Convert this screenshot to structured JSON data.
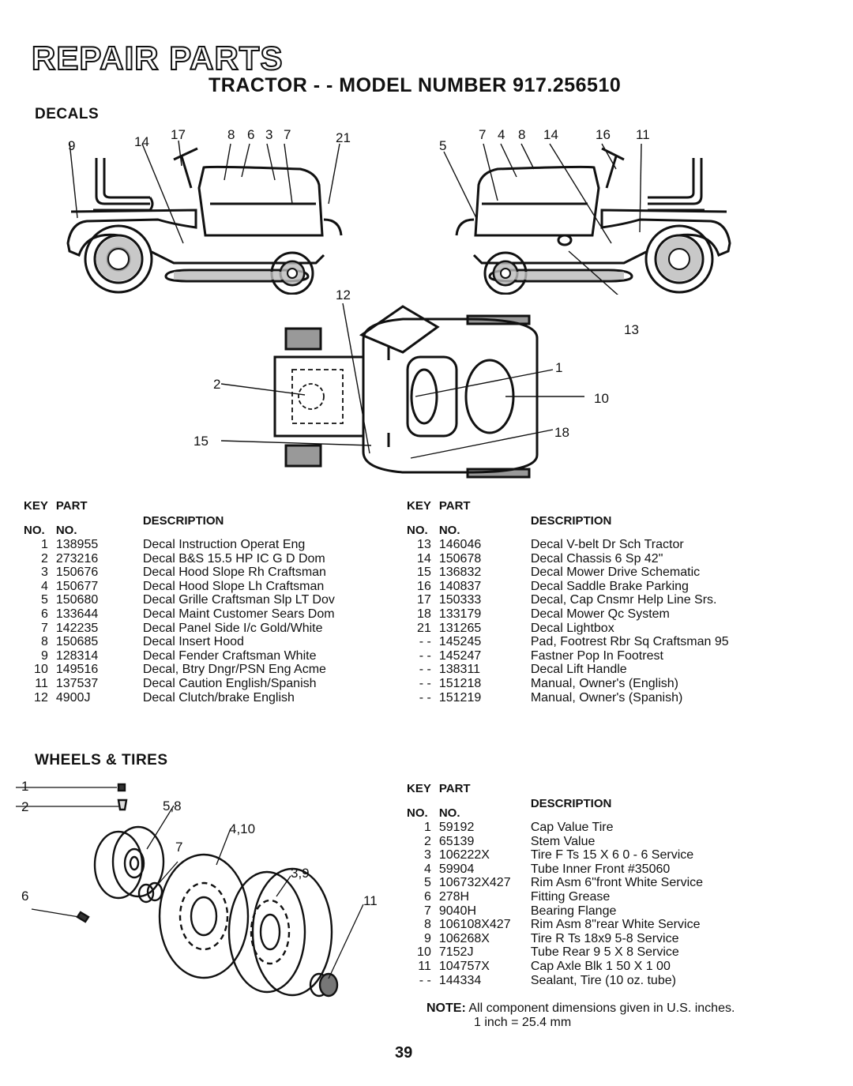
{
  "page": {
    "title": "REPAIR PARTS",
    "subtitle": "TRACTOR - - MODEL NUMBER 917.256510",
    "page_number": "39"
  },
  "decals": {
    "heading": "DECALS",
    "callouts": {
      "left": [
        "9",
        "14",
        "17",
        "8",
        "6",
        "3",
        "7",
        "21"
      ],
      "right": [
        "5",
        "7",
        "4",
        "8",
        "14",
        "16",
        "11"
      ],
      "top": [
        "12",
        "13",
        "2",
        "1",
        "10",
        "15",
        "18"
      ]
    },
    "table_headers": {
      "key_top": "KEY",
      "key_bottom": "NO.",
      "part_top": "PART",
      "part_bottom": "NO.",
      "description": "DESCRIPTION",
      "part_bottom_right": "NO."
    },
    "left_rows": [
      {
        "key": "1",
        "part": "138955",
        "desc": "Decal Instruction Operat Eng"
      },
      {
        "key": "2",
        "part": "273216",
        "desc": "Decal B&S 15.5 HP IC G D Dom"
      },
      {
        "key": "3",
        "part": "150676",
        "desc": "Decal Hood Slope Rh Craftsman"
      },
      {
        "key": "4",
        "part": "150677",
        "desc": "Decal Hood Slope Lh Craftsman"
      },
      {
        "key": "5",
        "part": "150680",
        "desc": "Decal Grille Craftsman Slp LT Dov"
      },
      {
        "key": "6",
        "part": "133644",
        "desc": "Decal Maint Customer Sears Dom"
      },
      {
        "key": "7",
        "part": "142235",
        "desc": "Decal Panel Side I/c Gold/White"
      },
      {
        "key": "8",
        "part": "150685",
        "desc": "Decal Insert Hood"
      },
      {
        "key": "9",
        "part": "128314",
        "desc": "Decal Fender Craftsman White"
      },
      {
        "key": "10",
        "part": "149516",
        "desc": "Decal, Btry Dngr/PSN Eng Acme"
      },
      {
        "key": "11",
        "part": "137537",
        "desc": "Decal Caution English/Spanish"
      },
      {
        "key": "12",
        "part": "4900J",
        "desc": "Decal Clutch/brake English"
      }
    ],
    "right_rows": [
      {
        "key": "13",
        "part": "146046",
        "desc": "Decal V-belt Dr Sch Tractor"
      },
      {
        "key": "14",
        "part": "150678",
        "desc": "Decal Chassis 6 Sp 42\""
      },
      {
        "key": "15",
        "part": "136832",
        "desc": "Decal Mower Drive Schematic"
      },
      {
        "key": "16",
        "part": "140837",
        "desc": "Decal Saddle Brake Parking"
      },
      {
        "key": "17",
        "part": "150333",
        "desc": "Decal, Cap Cnsmr Help Line Srs."
      },
      {
        "key": "18",
        "part": "133179",
        "desc": "Decal Mower Qc System"
      },
      {
        "key": "21",
        "part": "131265",
        "desc": "Decal Lightbox"
      },
      {
        "key": "- -",
        "part": "145245",
        "desc": "Pad, Footrest Rbr Sq Craftsman 95"
      },
      {
        "key": "- -",
        "part": "145247",
        "desc": "Fastner Pop In Footrest"
      },
      {
        "key": "- -",
        "part": "138311",
        "desc": "Decal Lift Handle"
      },
      {
        "key": "- -",
        "part": "151218",
        "desc": "Manual, Owner's (English)"
      },
      {
        "key": "- -",
        "part": "151219",
        "desc": "Manual, Owner's (Spanish)"
      }
    ]
  },
  "wheels": {
    "heading": "WHEELS & TIRES",
    "callouts": [
      "1",
      "2",
      "5,8",
      "4,10",
      "7",
      "3,9",
      "6",
      "11"
    ],
    "table_headers": {
      "key_top": "KEY",
      "key_bottom": "NO.",
      "part_top": "PART",
      "part_bottom": "NO.",
      "description": "DESCRIPTION"
    },
    "rows": [
      {
        "key": "1",
        "part": "59192",
        "desc": "Cap Value Tire"
      },
      {
        "key": "2",
        "part": "65139",
        "desc": "Stem Value"
      },
      {
        "key": "3",
        "part": "106222X",
        "desc": "Tire F Ts 15 X 6 0 - 6 Service"
      },
      {
        "key": "4",
        "part": "59904",
        "desc": "Tube Inner Front #35060"
      },
      {
        "key": "5",
        "part": "106732X427",
        "desc": "Rim Asm 6\"front White Service"
      },
      {
        "key": "6",
        "part": "278H",
        "desc": "Fitting Grease"
      },
      {
        "key": "7",
        "part": "9040H",
        "desc": "Bearing Flange"
      },
      {
        "key": "8",
        "part": "106108X427",
        "desc": "Rim Asm 8\"rear White Service"
      },
      {
        "key": "9",
        "part": "106268X",
        "desc": "Tire R Ts 18x9 5-8 Service"
      },
      {
        "key": "10",
        "part": "7152J",
        "desc": "Tube Rear 9 5 X 8 Service"
      },
      {
        "key": "11",
        "part": "104757X",
        "desc": "Cap Axle Blk 1 50 X 1 00"
      },
      {
        "key": "- -",
        "part": "144334",
        "desc": "Sealant, Tire (10 oz. tube)"
      }
    ],
    "note_label": "NOTE:",
    "note_line1": "All component dimensions given in U.S. inches.",
    "note_line2": "1 inch = 25.4 mm"
  }
}
